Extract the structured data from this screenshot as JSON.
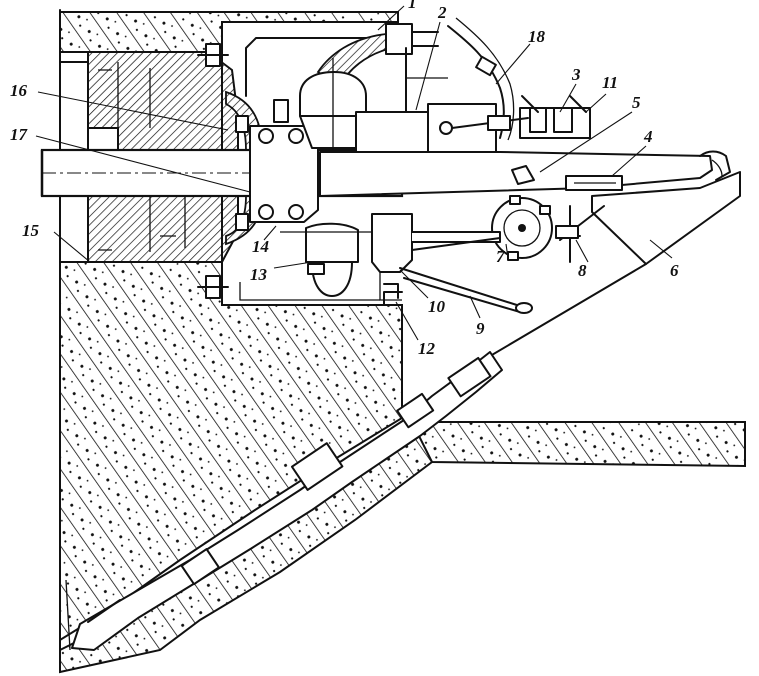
{
  "colors": {
    "ink": "#111111",
    "paper": "#ffffff"
  },
  "parts": [
    {
      "id": "1",
      "label": "1"
    },
    {
      "id": "2",
      "label": "2"
    },
    {
      "id": "3",
      "label": "3"
    },
    {
      "id": "4",
      "label": "4"
    },
    {
      "id": "5",
      "label": "5"
    },
    {
      "id": "6",
      "label": "6"
    },
    {
      "id": "7",
      "label": "7"
    },
    {
      "id": "8",
      "label": "8"
    },
    {
      "id": "9",
      "label": "9"
    },
    {
      "id": "10",
      "label": "10"
    },
    {
      "id": "11",
      "label": "11"
    },
    {
      "id": "12",
      "label": "12"
    },
    {
      "id": "13",
      "label": "13"
    },
    {
      "id": "14",
      "label": "14"
    },
    {
      "id": "15",
      "label": "15"
    },
    {
      "id": "16",
      "label": "16"
    },
    {
      "id": "17",
      "label": "17"
    },
    {
      "id": "18",
      "label": "18"
    }
  ]
}
